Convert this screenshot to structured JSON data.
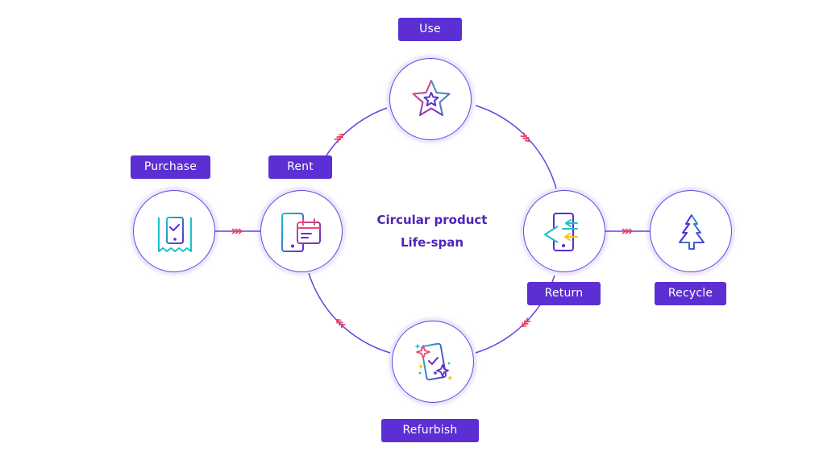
{
  "diagram": {
    "center": {
      "line1": "Circular product",
      "line2": "Life-span"
    },
    "stages": {
      "use": {
        "label": "Use",
        "icon": "star-icon"
      },
      "rent": {
        "label": "Rent",
        "icon": "phone-calendar-icon"
      },
      "purchase": {
        "label": "Purchase",
        "icon": "phone-receipt-icon"
      },
      "return": {
        "label": "Return",
        "icon": "phone-return-arrows-icon"
      },
      "recycle": {
        "label": "Recycle",
        "icon": "tree-icon"
      },
      "refurbish": {
        "label": "Refurbish",
        "icon": "phone-sparkle-icon"
      }
    },
    "colors": {
      "accent": "#5b2fd3",
      "line": "#6a3fe4",
      "arrow": "#e8385c",
      "teal": "#19c2c9",
      "pink": "#e84a7a",
      "yellow": "#f5c518"
    }
  }
}
